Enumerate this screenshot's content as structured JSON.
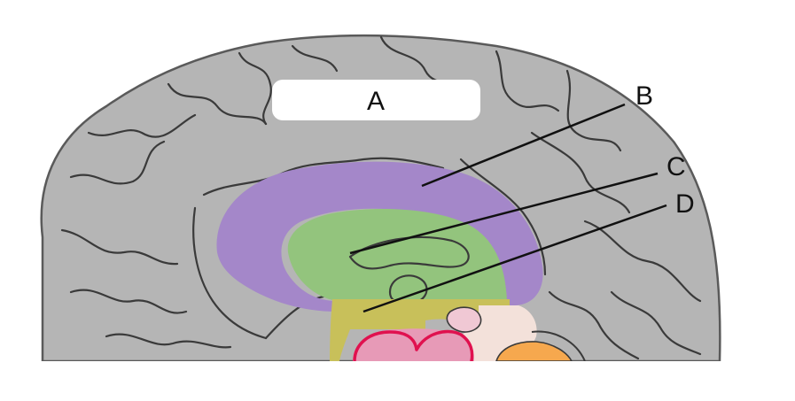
{
  "labels": {
    "a": "A",
    "b": "B",
    "c": "C",
    "d": "D"
  },
  "colors": {
    "cortex": "#b5b5b5",
    "cingulate": "#a487c9",
    "corpus_callosum": "#93c47d",
    "septal": "#c8c05a",
    "thalamus": "#e79ab7",
    "hypothalamus_outline": "#e0114f",
    "brainstem": "#f3e1da",
    "cerebellum": "#f6a84e"
  }
}
